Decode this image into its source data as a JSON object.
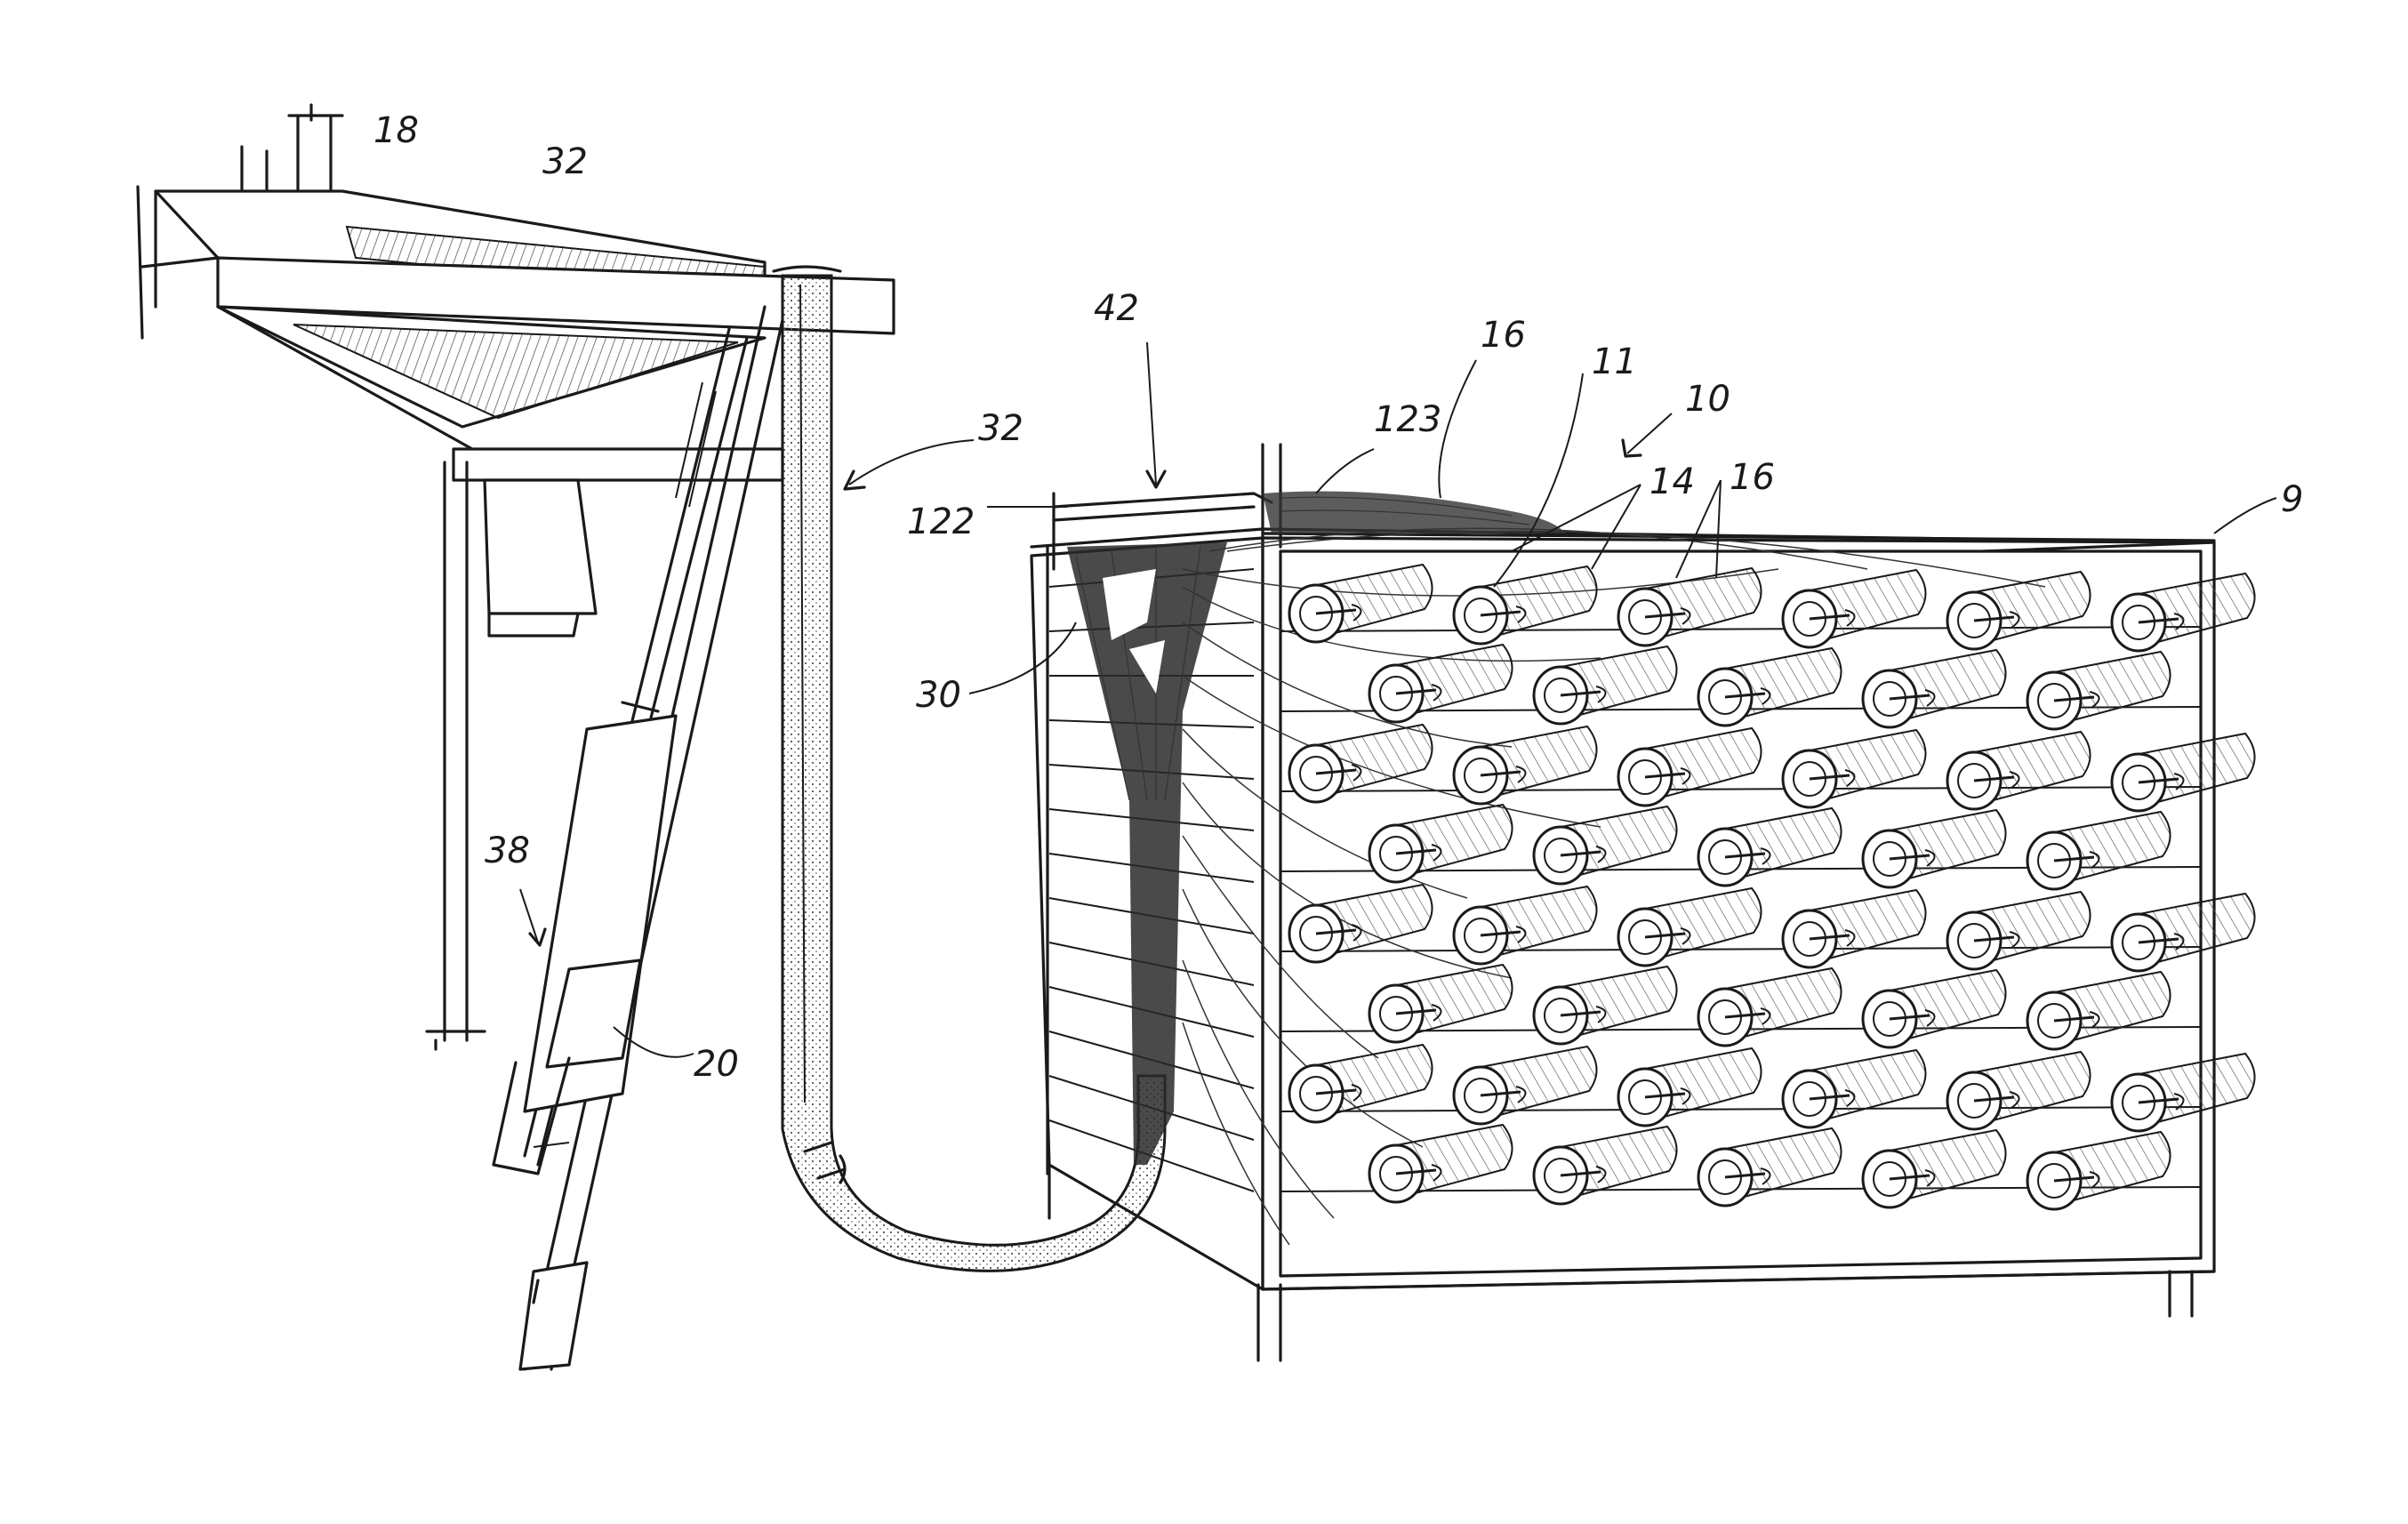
{
  "figure": {
    "labels": {
      "l18": "18",
      "l32a": "32",
      "l32b": "32",
      "l42": "42",
      "l16a": "16",
      "l11": "11",
      "l10": "10",
      "l123": "123",
      "l14": "14",
      "l16b": "16",
      "l9": "9",
      "l122": "122",
      "l30": "30",
      "l38": "38",
      "l20": "20"
    },
    "colors": {
      "ink": "#1a1a1a",
      "paper": "#ffffff"
    }
  }
}
